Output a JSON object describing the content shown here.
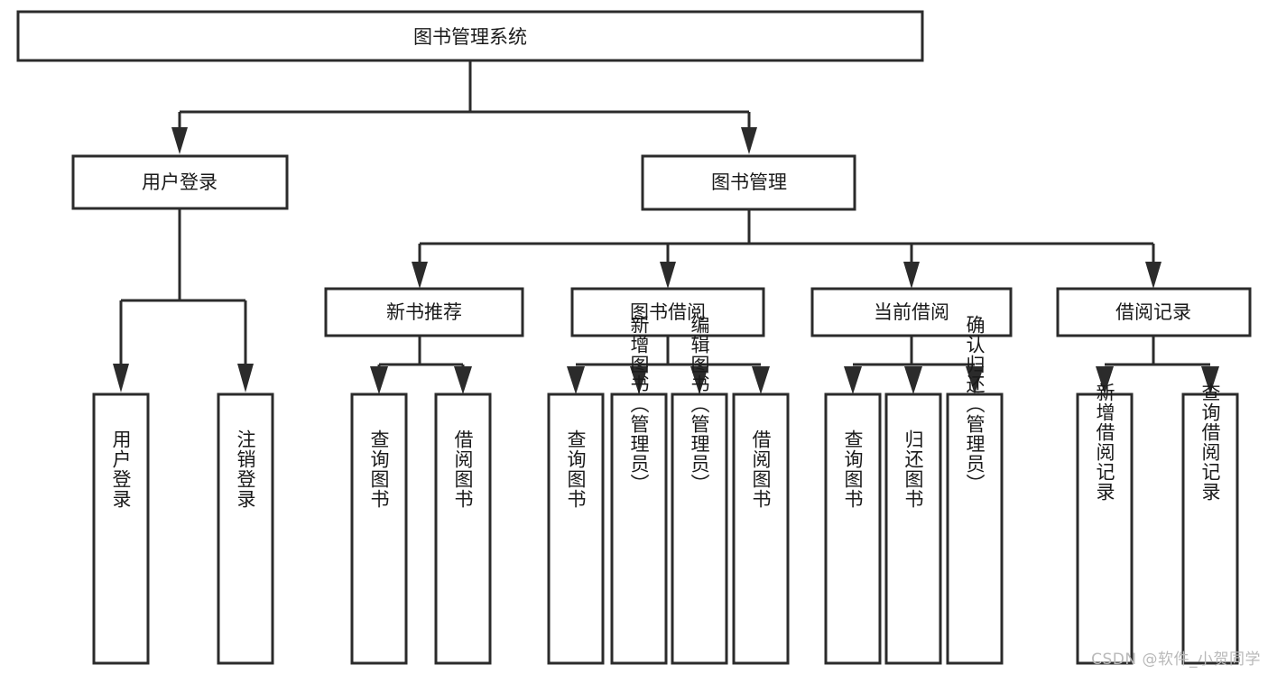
{
  "diagram": {
    "type": "tree-hierarchy",
    "title": "图书管理系统",
    "watermark": "CSDN @软件_小贺同学",
    "colors": {
      "stroke": "#2b2b2b",
      "fill": "#ffffff",
      "text": "#1a1a1a",
      "watermark": "#b9b9b9"
    },
    "root": {
      "label": "图书管理系统",
      "level": 0
    },
    "level1": [
      {
        "label": "用户登录"
      },
      {
        "label": "图书管理"
      }
    ],
    "level2": [
      {
        "label": "新书推荐"
      },
      {
        "label": "图书借阅"
      },
      {
        "label": "当前借阅"
      },
      {
        "label": "借阅记录"
      }
    ],
    "leaves": {
      "user_login": [
        {
          "label": "用户登录"
        },
        {
          "label": "注销登录"
        }
      ],
      "new_book_recommend": [
        {
          "label": "查询图书"
        },
        {
          "label": "借阅图书"
        }
      ],
      "book_borrow": [
        {
          "label": "查询图书"
        },
        {
          "label": "新增图书（管理员）"
        },
        {
          "label": "编辑图书（管理员）"
        },
        {
          "label": "借阅图书"
        }
      ],
      "current_borrow": [
        {
          "label": "查询图书"
        },
        {
          "label": "归还图书"
        },
        {
          "label": "确认归还（管理员）"
        }
      ],
      "borrow_record": [
        {
          "label": "新增借阅记录"
        },
        {
          "label": "查询借阅记录"
        }
      ]
    }
  }
}
